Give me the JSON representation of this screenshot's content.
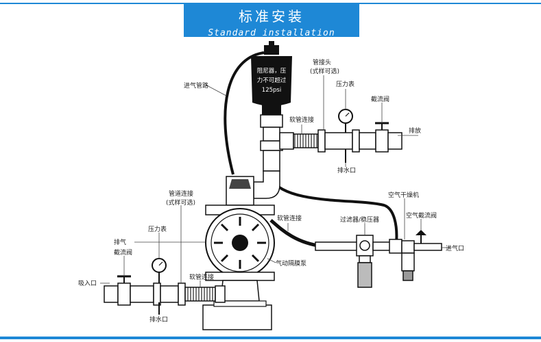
{
  "header": {
    "title_cn": "标准安装",
    "title_en": "Standard installation"
  },
  "labels": {
    "damper": [
      "阻尼器，压",
      "力不可超过",
      "125psi"
    ],
    "air_line": "进气管路",
    "pipe_fitting": [
      "管接头",
      "(式样可选)"
    ],
    "gauge_top": "压力表",
    "valve_top": "截流阀",
    "hose_top": "软管连接",
    "discharge": "排放",
    "drain_top": "排水口",
    "air_dryer": "空气干燥机",
    "air_valve": "空气截流阀",
    "air_inlet": "进气口",
    "filter_regulator": "过滤器/稳压器",
    "hose_mid": "软管连接",
    "pump": "气动隔膜泵",
    "exhaust": "排气",
    "pipe_conn": [
      "管道连接",
      "(式样可选)"
    ],
    "gauge_bottom": "压力表",
    "valve_bottom": "截流阀",
    "suction_inlet": "吸入口",
    "hose_bottom": "软管连接",
    "drain_bottom": "排水口"
  }
}
